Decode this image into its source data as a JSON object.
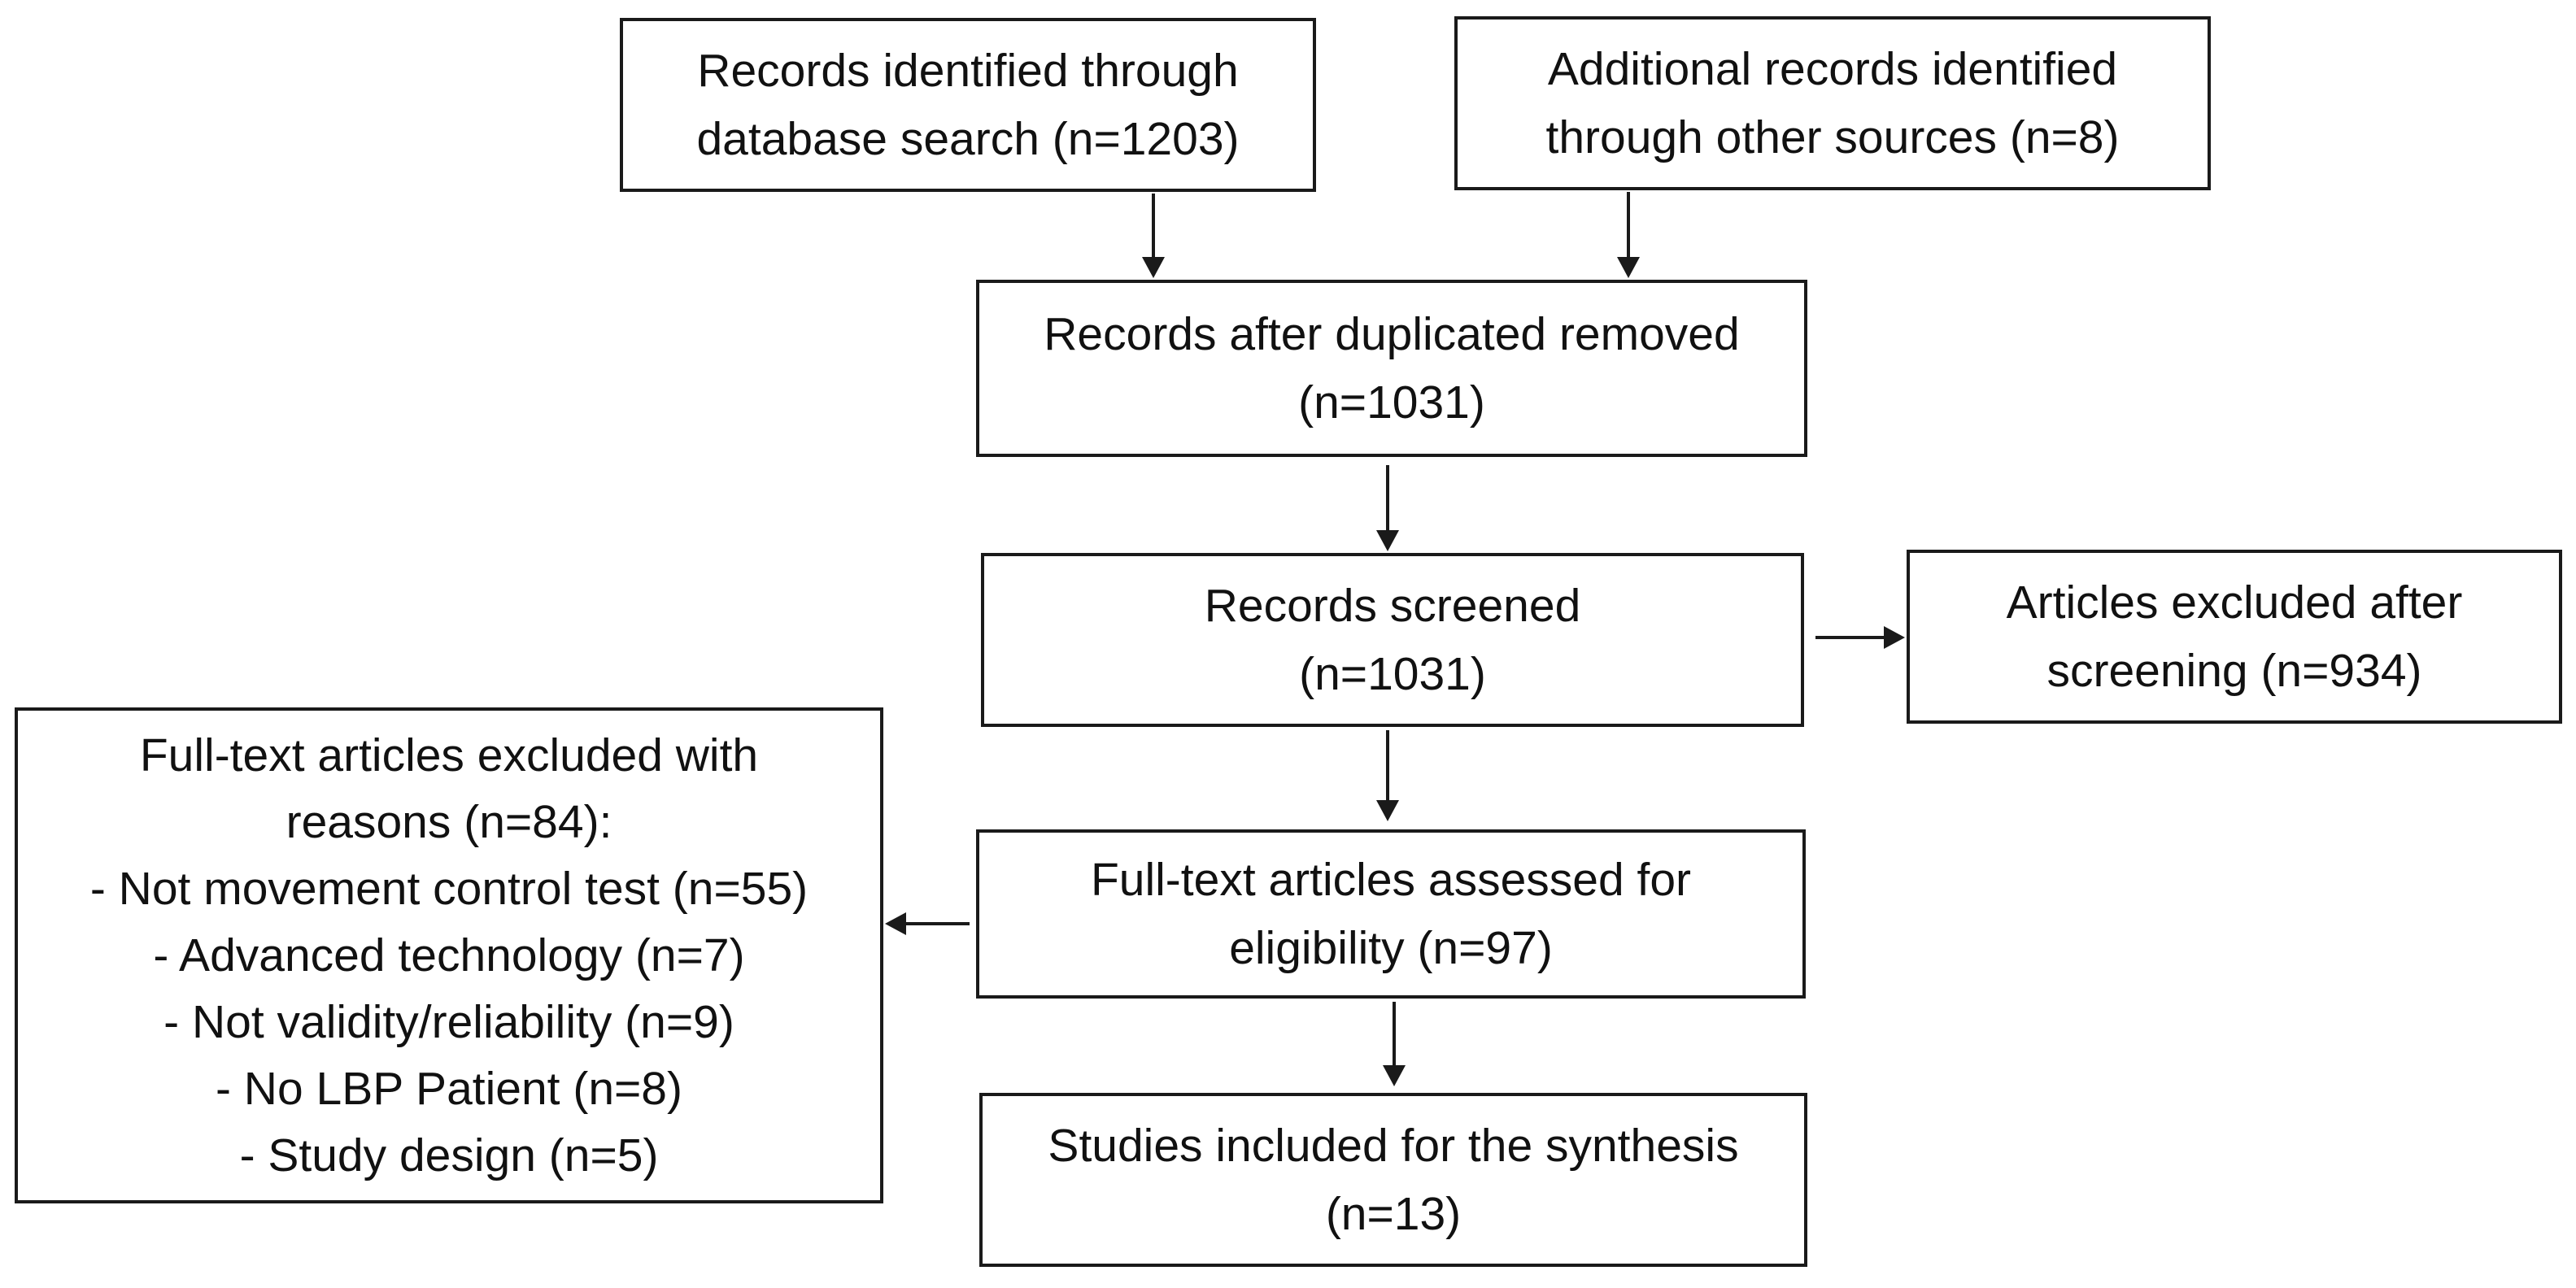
{
  "boxes": {
    "identified": {
      "lines": [
        "Records identified through",
        "database search (n=1203)"
      ]
    },
    "additional": {
      "lines": [
        "Additional records identified",
        "through other sources (n=8)"
      ]
    },
    "dedup": {
      "lines": [
        "Records after duplicated removed",
        "(n=1031)"
      ]
    },
    "screened": {
      "lines": [
        "Records screened",
        "(n=1031)"
      ]
    },
    "excluded": {
      "lines": [
        "Articles excluded after",
        "screening (n=934)"
      ]
    },
    "fulltext": {
      "lines": [
        "Full-text articles assessed for",
        "eligibility (n=97)"
      ]
    },
    "reasons": {
      "lines": [
        "Full-text articles excluded with",
        "reasons (n=84):",
        "- Not movement control test (n=55)",
        "- Advanced technology (n=7)",
        "- Not validity/reliability (n=9)",
        "- No LBP Patient (n=8)",
        "- Study design (n=5)"
      ]
    },
    "included": {
      "lines": [
        "Studies included for the synthesis",
        "(n=13)"
      ]
    }
  },
  "colors": {
    "border": "#1a1a1a",
    "arrow": "#1a1a1a",
    "text": "#111111",
    "background": "#ffffff"
  }
}
